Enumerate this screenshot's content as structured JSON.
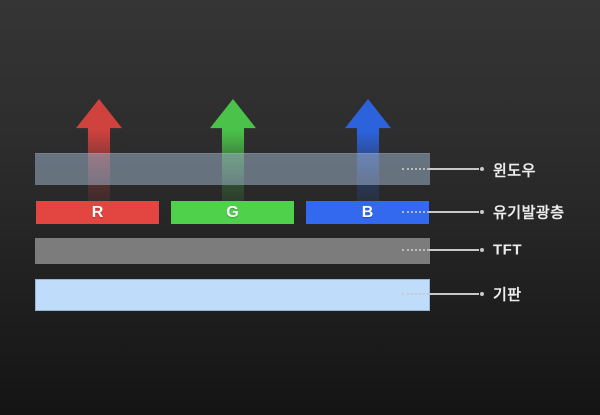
{
  "diagram": {
    "type": "layer-stack-diagram",
    "colors": {
      "background_top": "#353535",
      "background_bottom": "#141414",
      "window_layer": "rgba(160,180,205,0.52)",
      "tft_layer": "#7c7c7c",
      "substrate_layer": "#bfddfa",
      "leader_line": "#c8c8c8",
      "label_text": "#ececec",
      "bar_text": "#ffffff"
    },
    "emitters": [
      {
        "letter": "R",
        "bar_color": "#e34540",
        "arrow_color": "#d0423e"
      },
      {
        "letter": "G",
        "bar_color": "#4fd14c",
        "arrow_color": "#4bc24a"
      },
      {
        "letter": "B",
        "bar_color": "#3269ef",
        "arrow_color": "#2c63dd"
      }
    ],
    "layers": [
      {
        "id": "window",
        "label": "윈도우"
      },
      {
        "id": "organic-emitting-layer",
        "label": "유기발광층"
      },
      {
        "id": "tft",
        "label": "TFT"
      },
      {
        "id": "substrate",
        "label": "기판"
      }
    ]
  }
}
